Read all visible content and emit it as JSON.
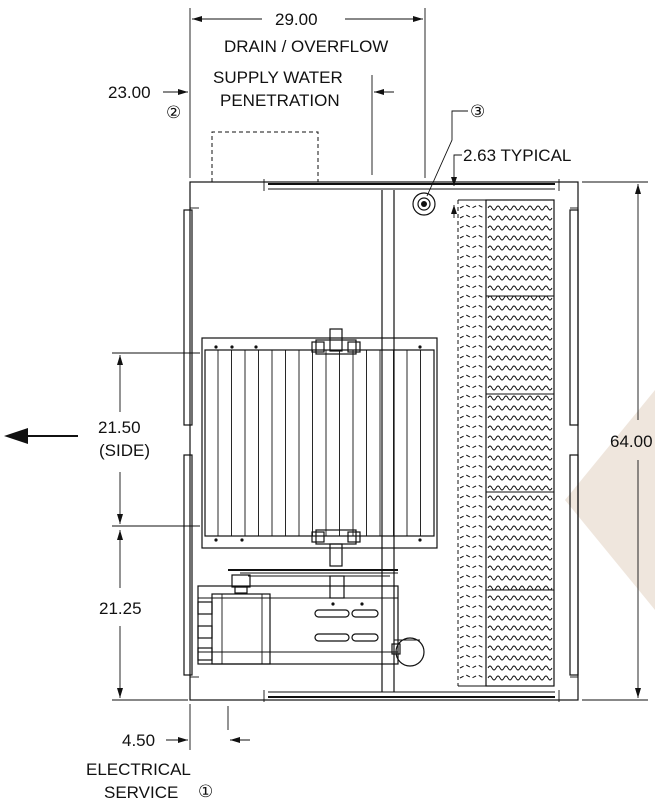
{
  "dimensions": {
    "width_top": "29.00",
    "drain_label": "DRAIN / OVERFLOW",
    "supply_offset": "23.00",
    "supply_label_line1": "SUPPLY WATER",
    "supply_label_line2": "PENETRATION",
    "note2_marker": "②",
    "note3_marker": "③",
    "typical_label": "2.63 TYPICAL",
    "height_right": "64.00",
    "side_dim": "21.50",
    "side_label": "(SIDE)",
    "lower_dim": "21.25",
    "electrical_offset": "4.50",
    "electrical_line1": "ELECTRICAL",
    "electrical_line2": "SERVICE",
    "note1_marker": "①"
  },
  "colors": {
    "line": "#111111",
    "watermark": "#efe6dd"
  }
}
